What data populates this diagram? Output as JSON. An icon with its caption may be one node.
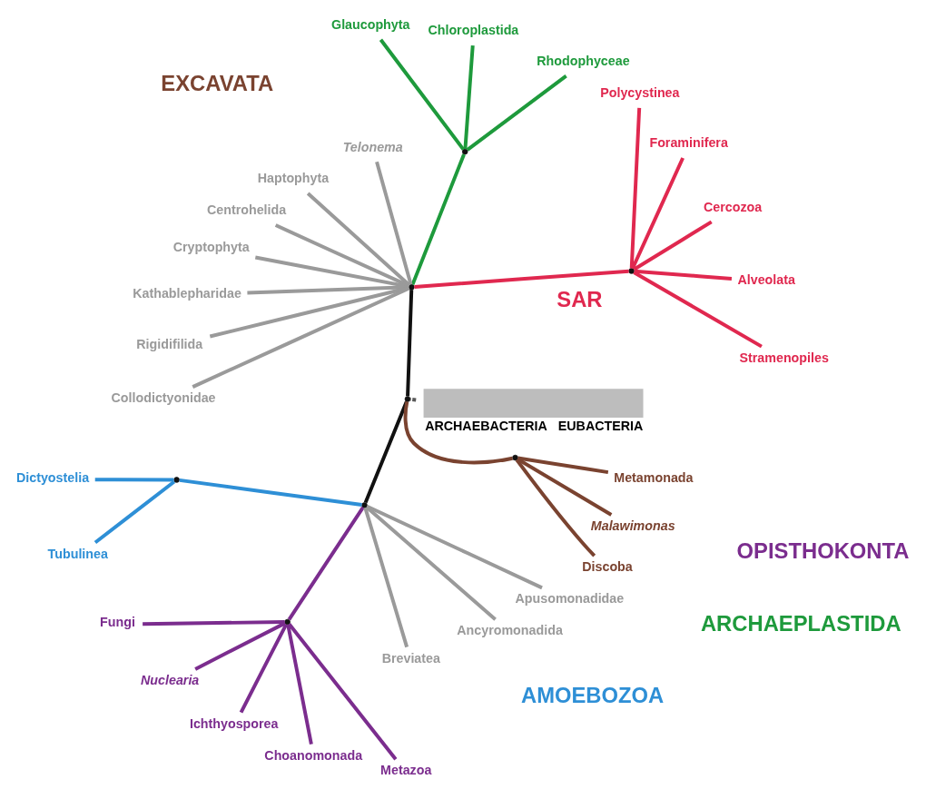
{
  "diagram": {
    "nodes": [
      {
        "text": [],
        "shape": "box",
        "beside": [
          "ARCHAEBACTERIA",
          "EUBACTERIA"
        ]
      },
      {
        "text": [],
        "shape": "point"
      },
      {
        "text": [],
        "shape": "point"
      },
      {
        "text": [],
        "shape": "point"
      },
      {
        "text": [],
        "shape": "point"
      },
      {
        "text": [],
        "shape": "point"
      },
      {
        "text": [],
        "shape": "point"
      },
      {
        "text": [],
        "shape": "point"
      },
      {
        "text": [],
        "shape": "point"
      },
      {
        "text": [
          "Stramenopiles"
        ]
      },
      {
        "text": [
          "Alveolata"
        ]
      },
      {
        "text": [
          "Cercozoa"
        ]
      },
      {
        "text": [
          "Foraminifera"
        ]
      },
      {
        "text": [
          "Polycystinea"
        ]
      },
      {
        "text": [
          "Rhodophyceae"
        ]
      },
      {
        "text": [
          "Chloroplastida"
        ]
      },
      {
        "text": [
          "Glaucophyta"
        ]
      },
      {
        "text": [
          "Discoba"
        ]
      },
      {
        "text": [
          "Malawimonas"
        ]
      },
      {
        "text": [
          "Metamonada"
        ]
      },
      {
        "text": [
          "Dictyostelia"
        ]
      },
      {
        "text": [
          "Tubulinea"
        ]
      },
      {
        "text": [
          "Fungi"
        ]
      },
      {
        "text": [
          "Nuclearia"
        ]
      },
      {
        "text": [
          "Ichthyosporea"
        ]
      },
      {
        "text": [
          "Choanomonada"
        ]
      },
      {
        "text": [
          "Metazoa"
        ]
      },
      {
        "text": [
          "Telonema"
        ]
      },
      {
        "text": [
          "Haptophyta"
        ]
      },
      {
        "text": [
          "Centrohelida"
        ]
      },
      {
        "text": [
          "Cryptophyta"
        ]
      },
      {
        "text": [
          "Kathablepharidae"
        ]
      },
      {
        "text": [
          "Rigidifilida"
        ]
      },
      {
        "text": [
          "Collodictyonidae"
        ]
      },
      {
        "text": [
          "Breviatea"
        ]
      },
      {
        "text": [
          "Ancyromonadida"
        ]
      },
      {
        "text": [
          "Apusomonadidae"
        ]
      }
    ],
    "edges": [
      {
        "from": 0,
        "to": 1,
        "arrow": "none",
        "style": "dashed",
        "color": "#595959"
      },
      {
        "from": 1,
        "to": 2,
        "arrow": "none",
        "color": "#111111"
      },
      {
        "from": 1,
        "to": 3,
        "arrow": "none",
        "color": "#111111"
      },
      {
        "from": 2,
        "to": 4,
        "arrow": "none",
        "color": "#e0284f"
      },
      {
        "from": 4,
        "to": 9,
        "arrow": "none",
        "color": "#e0284f"
      },
      {
        "from": 4,
        "to": 10,
        "arrow": "none",
        "color": "#e0284f"
      },
      {
        "from": 4,
        "to": 11,
        "arrow": "none",
        "color": "#e0284f"
      },
      {
        "from": 4,
        "to": 12,
        "arrow": "none",
        "color": "#e0284f"
      },
      {
        "from": 4,
        "to": 13,
        "arrow": "none",
        "color": "#e0284f"
      },
      {
        "from": 2,
        "to": 5,
        "arrow": "none",
        "color": "#1e9a3c"
      },
      {
        "from": 5,
        "to": 14,
        "arrow": "none",
        "color": "#1e9a3c"
      },
      {
        "from": 5,
        "to": 15,
        "arrow": "none",
        "color": "#1e9a3c"
      },
      {
        "from": 5,
        "to": 16,
        "arrow": "none",
        "color": "#1e9a3c"
      },
      {
        "from": 1,
        "to": 6,
        "arrow": "none",
        "color": "#7a4330"
      },
      {
        "from": 6,
        "to": 17,
        "arrow": "none",
        "color": "#7a4330"
      },
      {
        "from": 6,
        "to": 18,
        "arrow": "none",
        "color": "#7a4330"
      },
      {
        "from": 6,
        "to": 19,
        "arrow": "none",
        "color": "#7a4330"
      },
      {
        "from": 3,
        "to": 7,
        "arrow": "none",
        "color": "#2e8fd6"
      },
      {
        "from": 7,
        "to": 20,
        "arrow": "none",
        "color": "#2e8fd6"
      },
      {
        "from": 7,
        "to": 21,
        "arrow": "none",
        "color": "#2e8fd6"
      },
      {
        "from": 3,
        "to": 8,
        "arrow": "none",
        "color": "#7b2d8e"
      },
      {
        "from": 8,
        "to": 22,
        "arrow": "none",
        "color": "#7b2d8e"
      },
      {
        "from": 8,
        "to": 23,
        "arrow": "none",
        "color": "#7b2d8e"
      },
      {
        "from": 8,
        "to": 24,
        "arrow": "none",
        "color": "#7b2d8e"
      },
      {
        "from": 8,
        "to": 25,
        "arrow": "none",
        "color": "#7b2d8e"
      },
      {
        "from": 8,
        "to": 26,
        "arrow": "none",
        "color": "#7b2d8e"
      },
      {
        "from": 2,
        "to": 27,
        "arrow": "none"
      },
      {
        "from": 2,
        "to": 28,
        "arrow": "none"
      },
      {
        "from": 2,
        "to": 29,
        "arrow": "none"
      },
      {
        "from": 2,
        "to": 30,
        "arrow": "none"
      },
      {
        "from": 2,
        "to": 31,
        "arrow": "none"
      },
      {
        "from": 2,
        "to": 32,
        "arrow": "none"
      },
      {
        "from": 2,
        "to": 33,
        "arrow": "none"
      },
      {
        "from": 3,
        "to": 34,
        "arrow": "none"
      },
      {
        "from": 3,
        "to": 35,
        "arrow": "none"
      },
      {
        "from": 3,
        "to": 36,
        "arrow": "none"
      }
    ],
    "labels": [
      "ARCHAEPLASTIDA",
      "EXCAVATA",
      "AMOEBOZOA",
      "SAR",
      "OPISTHOKONTA"
    ]
  }
}
